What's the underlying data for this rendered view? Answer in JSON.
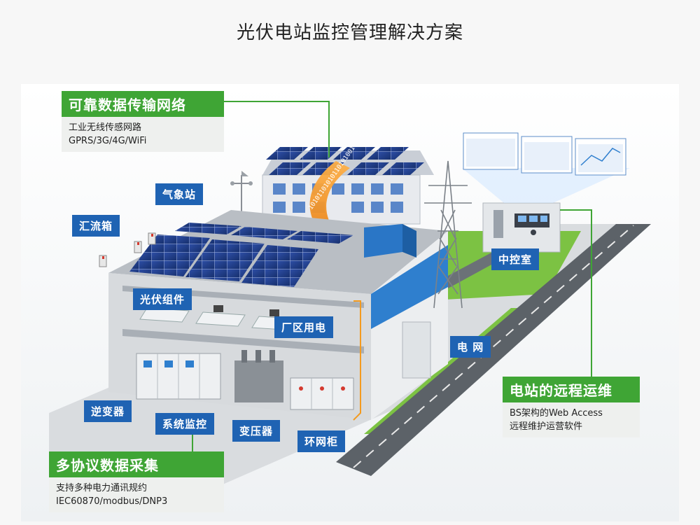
{
  "title": "光伏电站监控管理解决方案",
  "colors": {
    "green": "#3fa535",
    "blue": "#1f63b3",
    "road": "#5c6268",
    "orange": "#f39a1e"
  },
  "boxes": {
    "data_transfer": {
      "header": "可靠数据传输网络",
      "lines": [
        "工业无线传感网路",
        "GPRS/3G/4G/WiFi"
      ]
    },
    "remote_ops": {
      "header": "电站的远程运维",
      "lines": [
        "BS架构的Web Access",
        "远程维护运营软件"
      ]
    },
    "multi_protocol": {
      "header": "多协议数据采集",
      "lines": [
        "支持多种电力通讯规约",
        "IEC60870/modbus/DNP3"
      ]
    }
  },
  "labels": {
    "weather_station": "气象站",
    "combiner_box": "汇流箱",
    "pv_module": "光伏组件",
    "plant_power": "厂区用电",
    "central_control": "中控室",
    "grid": "电 网",
    "inverter": "逆变器",
    "system_monitor": "系统监控",
    "transformer": "变压器",
    "ring_main_unit": "环网柜"
  },
  "binary_stream": "10101101010110101001"
}
